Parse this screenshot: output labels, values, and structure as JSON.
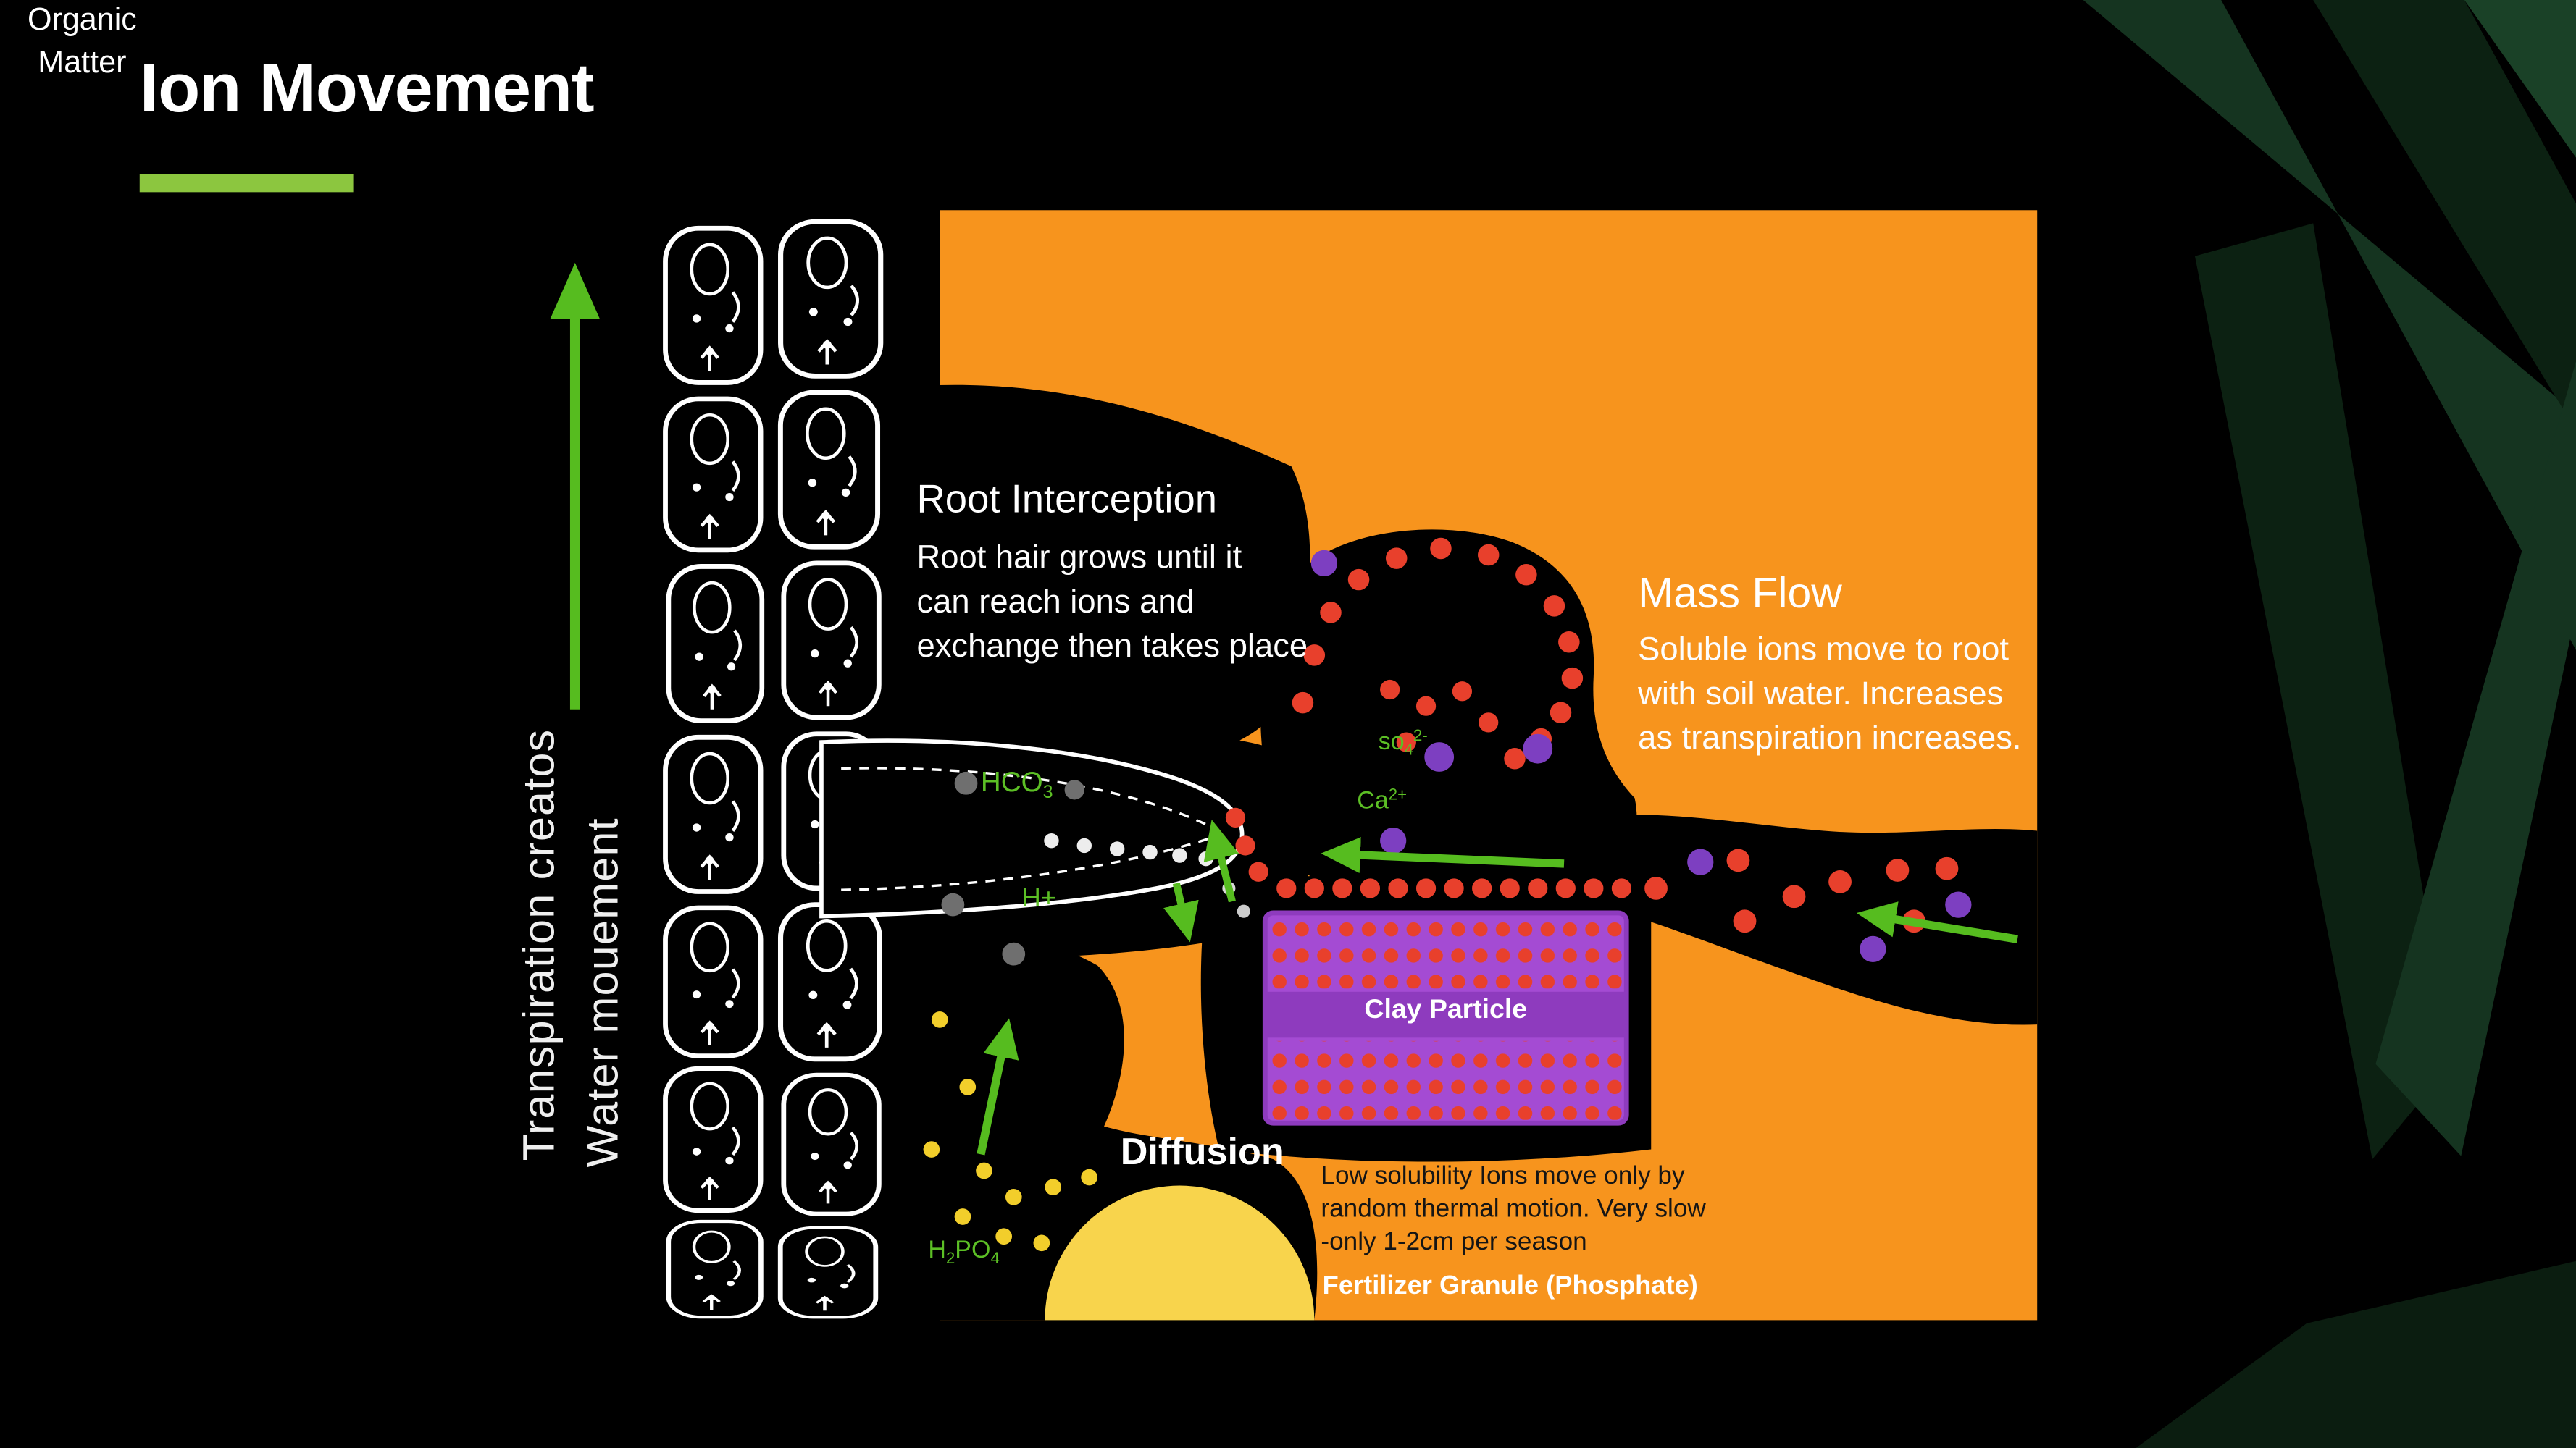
{
  "slide": {
    "title": "Ion Movement"
  },
  "vertical_label": {
    "line1": "Transpiration creatos",
    "line2": "Water mouement"
  },
  "diagram": {
    "root_interception": {
      "heading": "Root Interception",
      "lines": [
        "Root hair grows until it",
        "can reach ions and",
        "exchange then takes place"
      ]
    },
    "mass_flow": {
      "heading": "Mass Flow",
      "lines": [
        "Soluble ions move to root",
        "with soil water. Increases",
        "as transpiration increases."
      ]
    },
    "organic_matter": {
      "line1": "Organic",
      "line2": "Matter"
    },
    "clay_particle_label": "Clay Particle",
    "diffusion": {
      "heading": "Diffusion",
      "lines": [
        "Low solubility Ions move only by",
        "random thermal motion. Very slow",
        "-only 1-2cm per season"
      ],
      "caption": "Fertilizer Granule (Phosphate)"
    },
    "ions": {
      "hco3": {
        "base": "HCO",
        "sub": "3"
      },
      "so4": {
        "base": "so",
        "sub": "4",
        "sup": "2-"
      },
      "ca": {
        "base": "Ca",
        "sup": "2+"
      },
      "h_plus": "H+",
      "h2po4": {
        "p1": "H",
        "s1": "2",
        "p2": "PO",
        "s2": "4"
      }
    }
  },
  "colors": {
    "background": "#000000",
    "soil_orange": "#F7941D",
    "accent_green_bar": "#8CC63F",
    "arrow_green": "#56BC1F",
    "ion_text_green": "#5CBF25",
    "red_ion": "#E8402C",
    "purple_ion": "#7D3FC1",
    "clay_purple": "#A44BD3",
    "yellow_ion": "#F2CE2B",
    "fertilizer_yellow": "#F8D44C"
  }
}
